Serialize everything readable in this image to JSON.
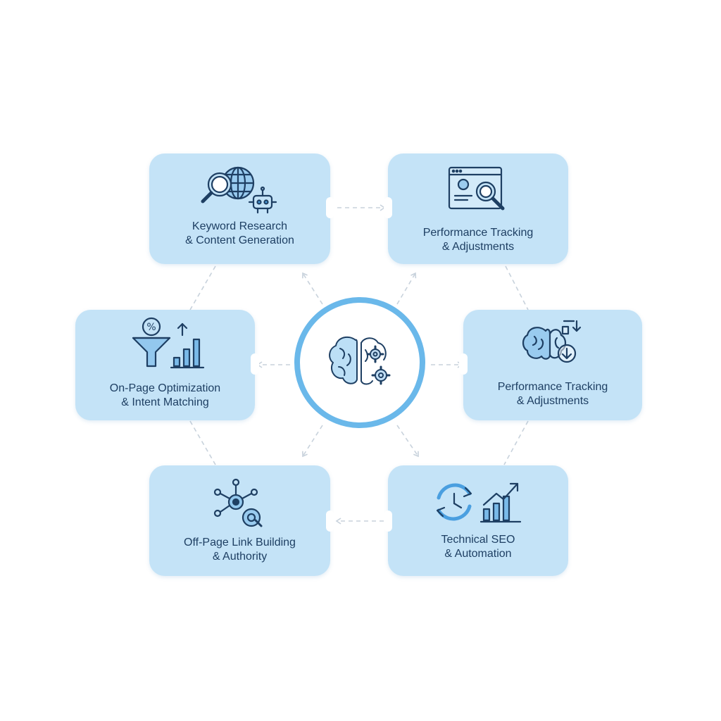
{
  "colors": {
    "card_fill": "#c4e3f7",
    "ring": "#6ab8ea",
    "icon_stroke": "#1e3f63",
    "icon_accent": "#4a9fe0",
    "connector": "#c8d2dc"
  },
  "hub": {
    "icon": "brain-gears-icon"
  },
  "cards": [
    {
      "icon": "globe-search-robot-icon",
      "line1": "Keyword Research",
      "line2": "& Content Generation"
    },
    {
      "icon": "browser-search-icon",
      "line1": "Performance Tracking",
      "line2": "& Adjustments"
    },
    {
      "icon": "funnel-chart-icon",
      "line1": "On-Page Optimization",
      "line2": "& Intent Matching"
    },
    {
      "icon": "brain-download-icon",
      "line1": "Performance Tracking",
      "line2": "& Adjustments"
    },
    {
      "icon": "network-link-icon",
      "line1": "Off-Page Link Building",
      "line2": "& Authority"
    },
    {
      "icon": "cycle-growth-icon",
      "line1": "Technical SEO",
      "line2": "& Automation"
    }
  ]
}
